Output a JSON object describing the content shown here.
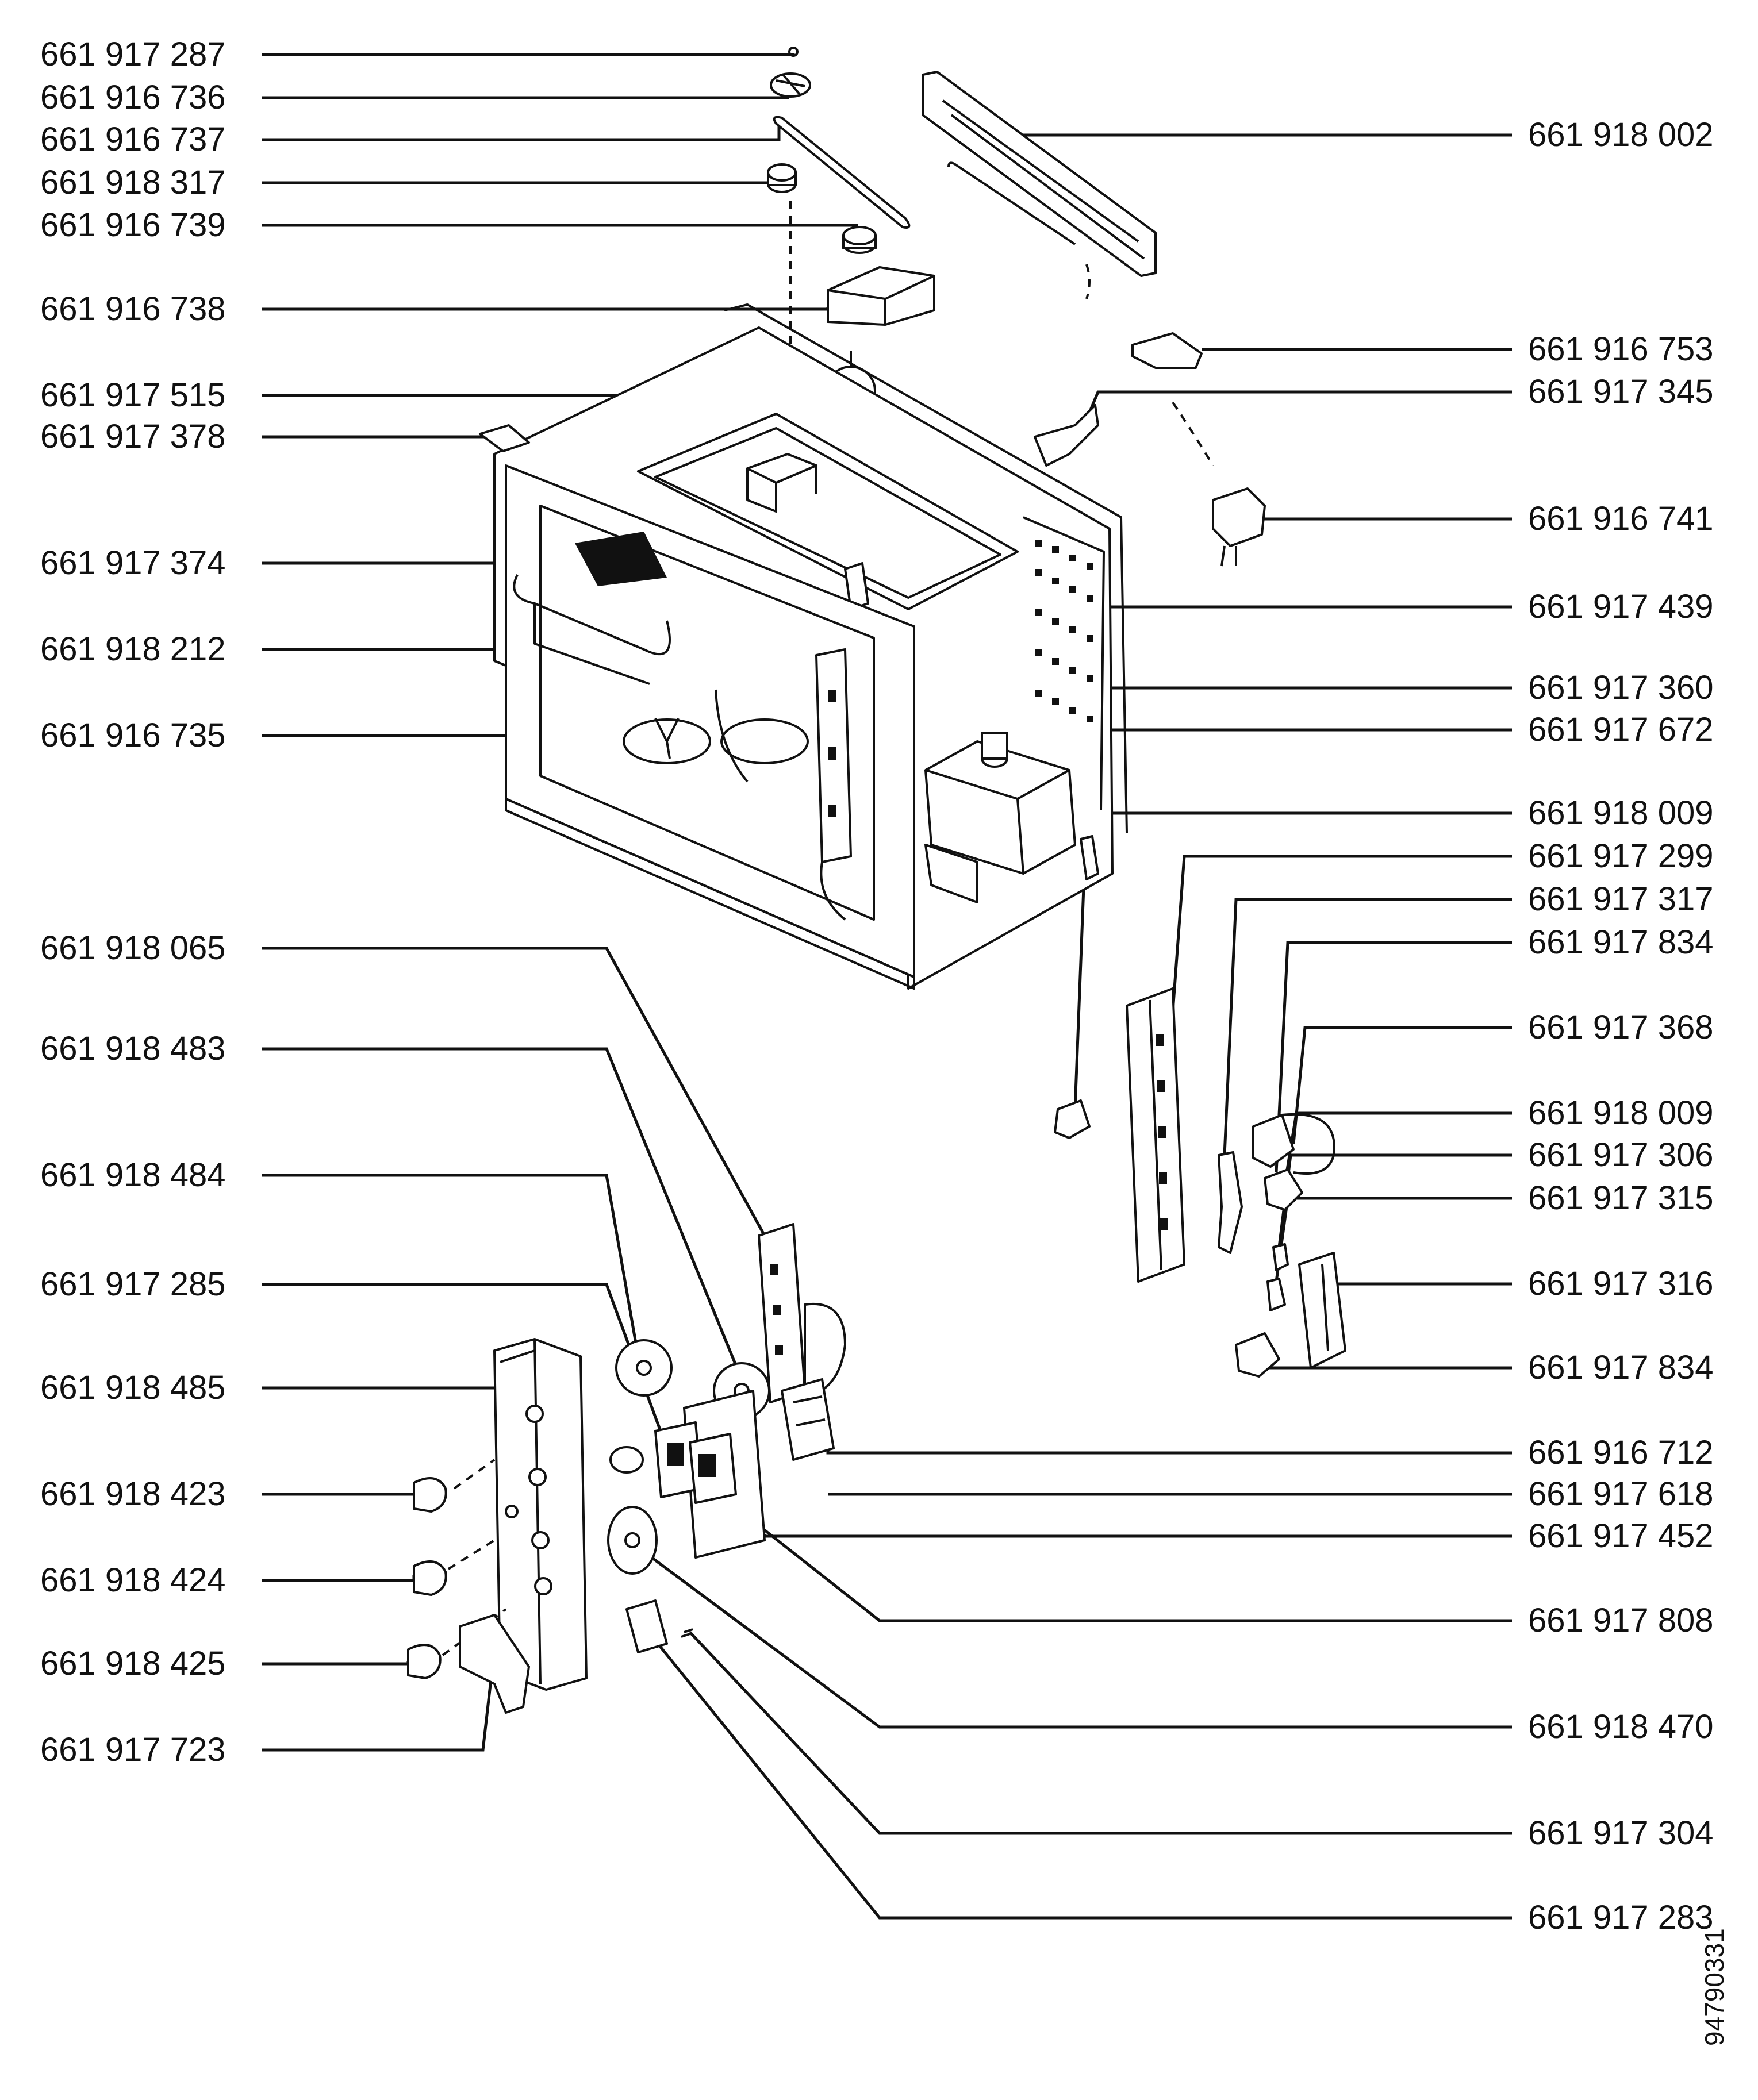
{
  "left_labels": [
    "661 917 287",
    "661 916 736",
    "661 916 737",
    "661 918 317",
    "661 916 739",
    "661 916 738",
    "661 917 515",
    "661 917 378",
    "661 917 374",
    "661 918 212",
    "661 916 735",
    "661 918 065",
    "661 918 483",
    "661 918 484",
    "661 917 285",
    "661 918 485",
    "661 918 423",
    "661 918 424",
    "661 918 425",
    "661 917 723"
  ],
  "right_labels": [
    "661 918 002",
    "661 916 753",
    "661 917 345",
    "661 916 741",
    "661 917 439",
    "661 917 360",
    "661 917 672",
    "661 918 009",
    "661 917 299",
    "661 917 317",
    "661 917 834",
    "661 917 368",
    "661 918 009",
    "661 917 306",
    "661 917 315",
    "661 917 316",
    "661 917 834",
    "661 916 712",
    "661 917 618",
    "661 917 452",
    "661 917 808",
    "661 918 470",
    "661 917 304",
    "661 917 283"
  ],
  "drawing_ref": "94790331"
}
